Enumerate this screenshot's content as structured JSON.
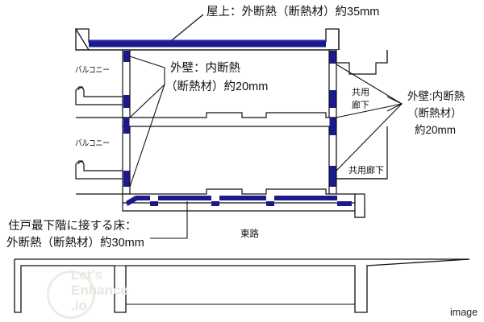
{
  "figure": {
    "caption": "image",
    "watermark": [
      "Let's",
      "Enhance",
      ".io"
    ],
    "colors": {
      "insulation_blue": "#1a1a8c",
      "outline": "#111111",
      "concrete_fill": "#ffffff",
      "background": "#ffffff"
    }
  },
  "annotations": {
    "roof": {
      "text": "屋上：外断熱（断熱材）約35mm",
      "target": "roof-insulation"
    },
    "exterior_wall_left": {
      "line1": "外壁：内断熱",
      "line2": "（断熱材）約20mm",
      "target": "left-wall-insulation"
    },
    "exterior_wall_right": {
      "line1": "外壁:内断熱",
      "line2": "（断熱材）",
      "line3": "約20mm",
      "target": "right-wall-insulation"
    },
    "lowest_floor": {
      "line1": "住戸最下階に接する床：",
      "line2": "外断熱（断熱材）約30mm",
      "target": "bottom-slab-insulation"
    }
  },
  "labels": {
    "balcony_upper": "バルコニー",
    "balcony_lower": "バルコニー",
    "corridor_upper_line1": "共用",
    "corridor_upper_line2": "廊下",
    "corridor_lower": "共用廊下",
    "road": "東路"
  }
}
